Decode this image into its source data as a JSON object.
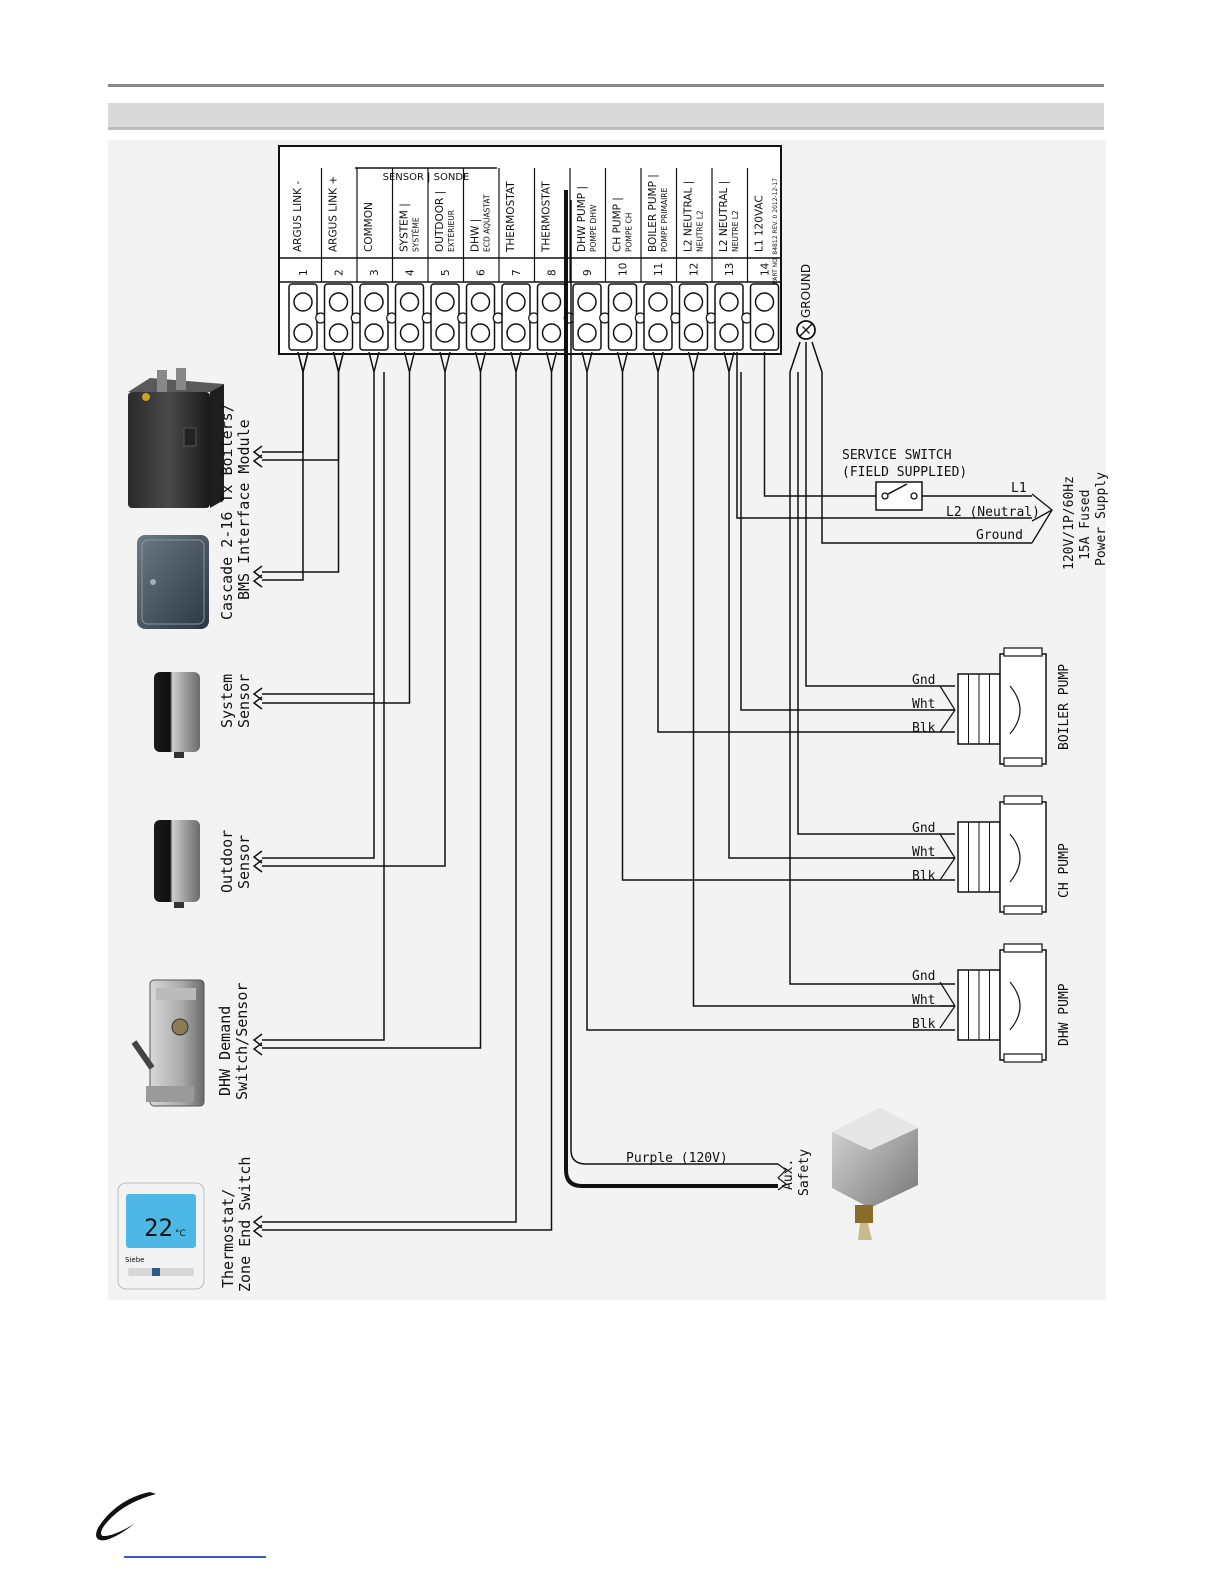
{
  "terminal_block": {
    "sensor_group_label": "SENSOR | SONDE",
    "part_number": "PART NO. 84812  REV. 0  2012-12-17",
    "terminals": [
      {
        "num": "1",
        "line1": "ARGUS LINK -",
        "line2": ""
      },
      {
        "num": "2",
        "line1": "ARGUS LINK +",
        "line2": ""
      },
      {
        "num": "3",
        "line1": "COMMON",
        "line2": ""
      },
      {
        "num": "4",
        "line1": "SYSTEM |",
        "line2": "SYSTÈME"
      },
      {
        "num": "5",
        "line1": "OUTDOOR |",
        "line2": "EXTÉRIEUR"
      },
      {
        "num": "6",
        "line1": "DHW |",
        "line2": "ECD AQUASTAT"
      },
      {
        "num": "7",
        "line1": "THERMOSTAT",
        "line2": ""
      },
      {
        "num": "8",
        "line1": "THERMOSTAT",
        "line2": ""
      },
      {
        "num": "9",
        "line1": "DHW PUMP |",
        "line2": "POMPE DHW"
      },
      {
        "num": "10",
        "line1": "CH PUMP |",
        "line2": "POMPE CH"
      },
      {
        "num": "11",
        "line1": "BOILER PUMP |",
        "line2": "POMPE PRIMAIRE"
      },
      {
        "num": "12",
        "line1": "L2 NEUTRAL |",
        "line2": "NEUTRE L2"
      },
      {
        "num": "13",
        "line1": "L2 NEUTRAL |",
        "line2": "NEUTRE L2"
      },
      {
        "num": "14",
        "line1": "L1 120VAC",
        "line2": ""
      }
    ],
    "ground_label": "GROUND"
  },
  "devices": {
    "cascade": {
      "line1": "Cascade 2-16 Tx Boilers/",
      "line2": "BMS Interface Module"
    },
    "system_sensor": {
      "line1": "System",
      "line2": "Sensor"
    },
    "outdoor_sensor": {
      "line1": "Outdoor",
      "line2": "Sensor"
    },
    "dhw_demand": {
      "line1": "DHW Demand",
      "line2": "Switch/Sensor"
    },
    "thermostat": {
      "line1": "Thermostat/",
      "line2": "Zone End Switch"
    },
    "thermostat_display": "22",
    "thermostat_unit": "°C",
    "thermostat_brand": "Siebe"
  },
  "power": {
    "service_switch_line1": "SERVICE SWITCH",
    "service_switch_line2": "(FIELD SUPPLIED)",
    "l1": "L1",
    "l2": "L2 (Neutral)",
    "ground": "Ground",
    "supply_line1": "120V/1P/60Hz",
    "supply_line2": "15A Fused",
    "supply_line3": "Power Supply"
  },
  "pumps": [
    {
      "name": "BOILER PUMP",
      "gnd": "Gnd",
      "wht": "Wht",
      "blk": "Blk"
    },
    {
      "name": "CH PUMP",
      "gnd": "Gnd",
      "wht": "Wht",
      "blk": "Blk"
    },
    {
      "name": "DHW PUMP",
      "gnd": "Gnd",
      "wht": "Wht",
      "blk": "Blk"
    }
  ],
  "aux": {
    "wire_label": "Purple (120V)",
    "line1": "Aux.",
    "line2": "Safety"
  },
  "colors": {
    "wire": "#111111",
    "panel_bg": "#f3f3f3",
    "header_band": "#d9d9d9",
    "thermostat_screen": "#4db8e6",
    "aux_wire": "#111111"
  }
}
